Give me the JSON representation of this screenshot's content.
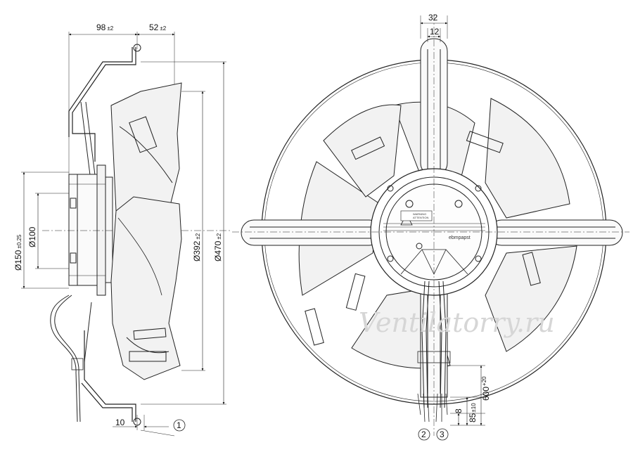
{
  "side_view": {
    "dim_depth_total": "98",
    "dim_depth_total_tol": "±2",
    "dim_depth_front": "52",
    "dim_depth_front_tol": "±2",
    "dim_hub_dia": "Ø150",
    "dim_hub_dia_tol": "±0.25",
    "dim_bolt_dia": "Ø100",
    "dim_impeller_dia": "Ø392",
    "dim_impeller_dia_tol": "±2",
    "dim_guard_dia": "Ø470",
    "dim_guard_dia_tol": "±2",
    "dim_offset": "10",
    "callout_1": "1"
  },
  "front_view": {
    "dim_bracket_width": "32",
    "dim_bracket_inner": "12",
    "dim_cable_length": "600",
    "dim_cable_length_tol": "+20",
    "dim_lead_length": "85",
    "dim_lead_length_tol": "±10",
    "dim_strip_length": "8",
    "callout_2": "2",
    "callout_3": "3",
    "label_warning": "WARNING",
    "label_attention": "ATTENTION",
    "label_brand": "ebmpapst"
  },
  "watermark": "Ventilatorry.ru",
  "colors": {
    "line": "#222222",
    "blade": "#f2f2f2",
    "watermark": "#d6d6d6"
  }
}
